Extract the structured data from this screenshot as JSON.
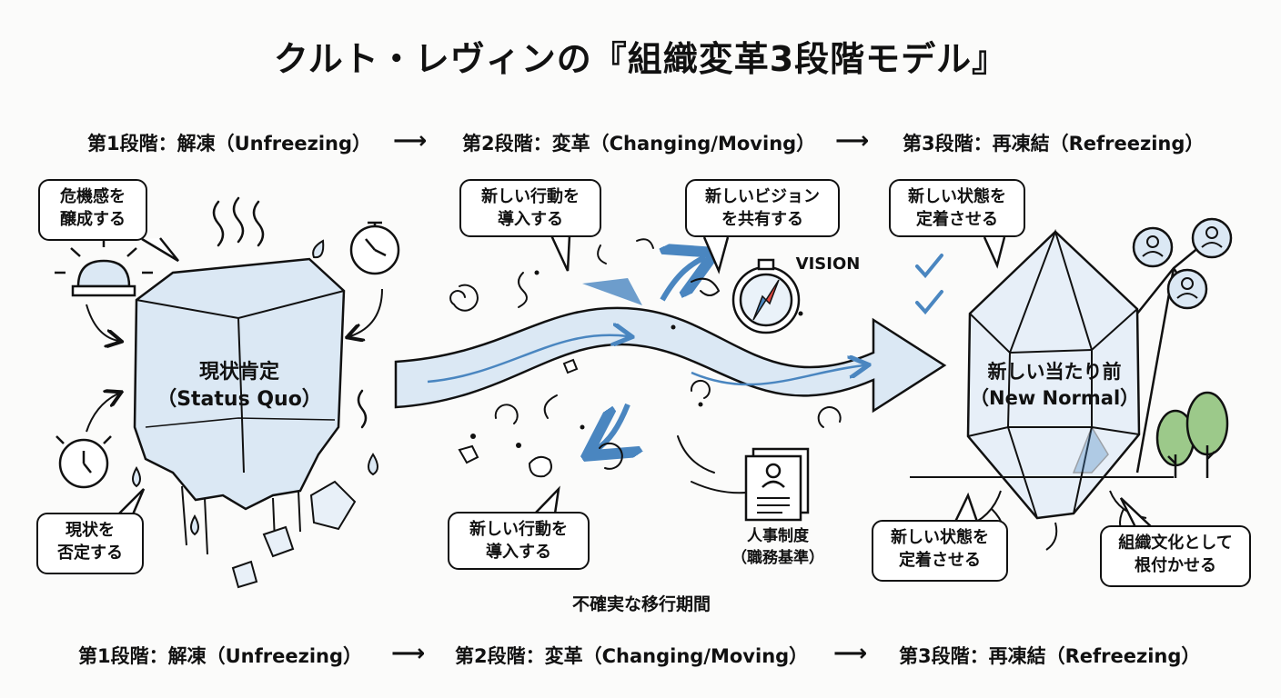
{
  "title": "クルト・レヴィンの『組織変革3段階モデル』",
  "stages": [
    {
      "label": "第1段階：解凍（Unfreezing）"
    },
    {
      "label": "第2段階：変革（Changing/Moving）"
    },
    {
      "label": "第3段階：再凍結（Refreezing）"
    }
  ],
  "stage1": {
    "bubble_top": "危機感を\n醸成する",
    "bubble_bottom": "現状を\n否定する",
    "center_label": "現状肯定\n（Status Quo）"
  },
  "stage2": {
    "bubble_top_left": "新しい行動を\n導入する",
    "bubble_top_right": "新しいビジョン\nを共有する",
    "bubble_bottom": "新しい行動を\n導入する",
    "vision_label": "VISION",
    "hr_label": "人事制度\n（職務基準）",
    "transition_label": "不確実な移行期間"
  },
  "stage3": {
    "bubble_top": "新しい状態を\n定着させる",
    "center_label": "新しい当たり前\n（New Normal）",
    "bubble_bottom_left": "新しい状態を\n定着させる",
    "bubble_bottom_right": "組織文化として\n根付かせる"
  },
  "colors": {
    "ice": "#dbe8f4",
    "accent_blue": "#4a86c0",
    "tree_green": "#9cc98a",
    "ink": "#111111"
  }
}
